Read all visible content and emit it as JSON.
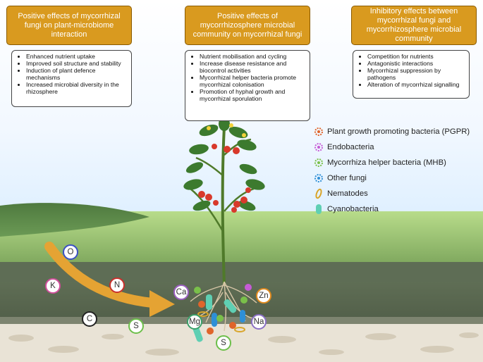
{
  "panels": [
    {
      "title": "Positive effects of mycorrhizal fungi on plant-microbiome interaction",
      "items": [
        "Enhanced nutrient uptake",
        "Improved soil structure and stability",
        "Induction of plant defence mechanisms",
        "Increased microbial diversity in the rhizosphere"
      ]
    },
    {
      "title": "Positive effects of mycorrhizosphere microbial community on mycorrhizal fungi",
      "items": [
        "Nutrient mobilisation and cycling",
        "Increase disease resistance and biocontrol activities",
        "Mycorrhizal helper bacteria promote mycorrhizal colonisation",
        "Promotion of hyphal growth and mycorrhizal sporulation"
      ]
    },
    {
      "title": "Inhibitory effects between mycorrhizal fungi and mycorrhizosphere microbial community",
      "items": [
        "Competition for nutrients",
        "Antagonistic interactions",
        "Mycorrhizal suppression by pathogens",
        "Alteration of mycorrhizal signalling"
      ]
    }
  ],
  "legend": [
    {
      "label": "Plant growth promoting bacteria (PGPR)",
      "color": "#e0642a",
      "icon": "bacteria-icon"
    },
    {
      "label": "Endobacteria",
      "color": "#c65bd6",
      "icon": "bacteria-icon"
    },
    {
      "label": "Mycorrhiza helper bacteria (MHB)",
      "color": "#7ac04a",
      "icon": "bacteria-icon"
    },
    {
      "label": "Other fungi",
      "color": "#2e8fd6",
      "icon": "fungi-icon"
    },
    {
      "label": "Nematodes",
      "color": "#d9a52a",
      "icon": "nematode-icon"
    },
    {
      "label": "Cyanobacteria",
      "color": "#5fcfb3",
      "icon": "cyanobacteria-icon"
    }
  ],
  "nutrients": [
    {
      "symbol": "O",
      "color": "#3a4fc4"
    },
    {
      "symbol": "K",
      "color": "#d14f9c"
    },
    {
      "symbol": "N",
      "color": "#c9302c"
    },
    {
      "symbol": "C",
      "color": "#222222"
    },
    {
      "symbol": "S",
      "color": "#6cbf4a"
    },
    {
      "symbol": "Ca",
      "color": "#9b5fc0"
    },
    {
      "symbol": "Zn",
      "color": "#e08a1e"
    },
    {
      "symbol": "Mg",
      "color": "#3aa06a"
    },
    {
      "symbol": "Na",
      "color": "#8a6fc4"
    },
    {
      "symbol": "S",
      "color": "#6cbf4a"
    }
  ]
}
